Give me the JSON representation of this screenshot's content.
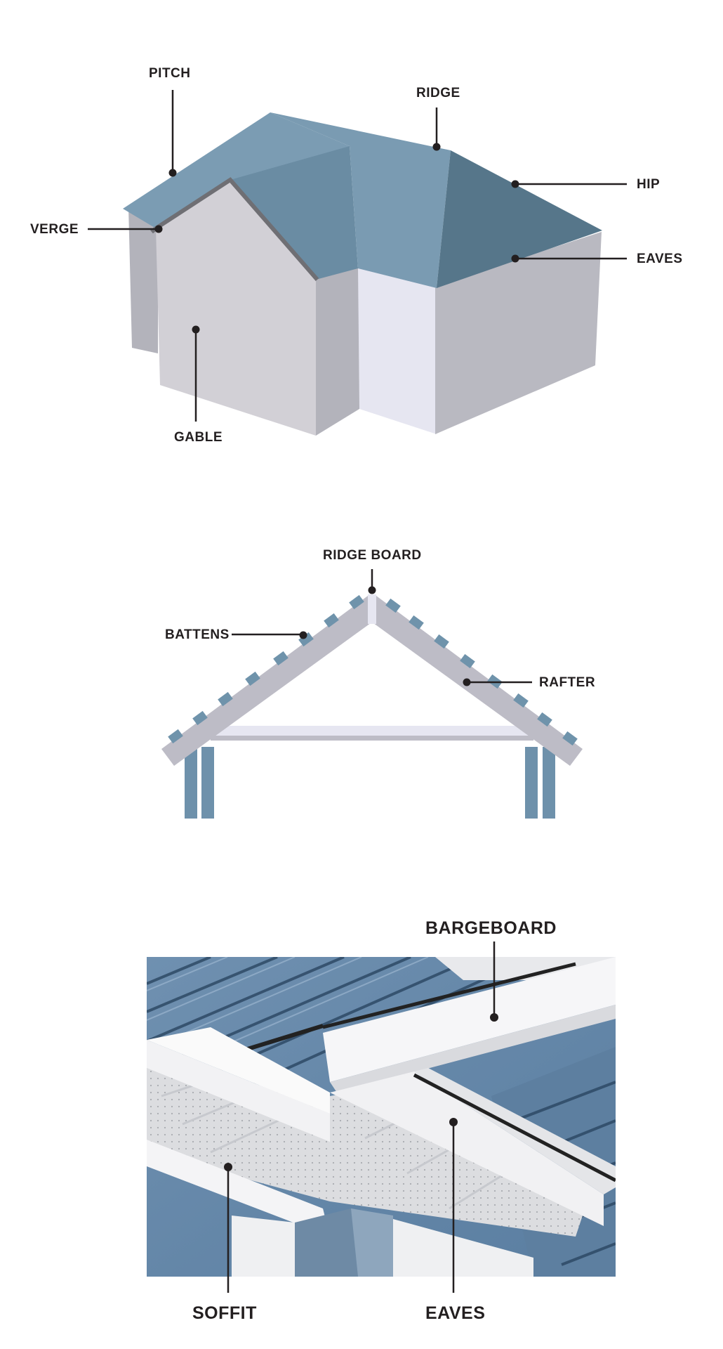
{
  "colors": {
    "roof_light": "#7b9cb3",
    "roof_mid": "#6a8ca3",
    "roof_dark": "#56768a",
    "wall_front": "#d2d0d6",
    "wall_side": "#b3b3bb",
    "wall_bright": "#e6e6f1",
    "ink": "#231f20",
    "timber": "#bdbcc6",
    "batten": "#6f93ab",
    "post": "#6e91ab"
  },
  "house": {
    "labels": {
      "pitch": "PITCH",
      "ridge": "RIDGE",
      "hip": "HIP",
      "verge": "VERGE",
      "eaves": "EAVES",
      "gable": "GABLE"
    }
  },
  "truss": {
    "labels": {
      "ridge_board": "RIDGE BOARD",
      "battens": "BATTENS",
      "rafter": "RAFTER"
    }
  },
  "photo": {
    "labels": {
      "bargeboard": "BARGEBOARD",
      "soffit": "SOFFIT",
      "eaves": "EAVES"
    }
  }
}
